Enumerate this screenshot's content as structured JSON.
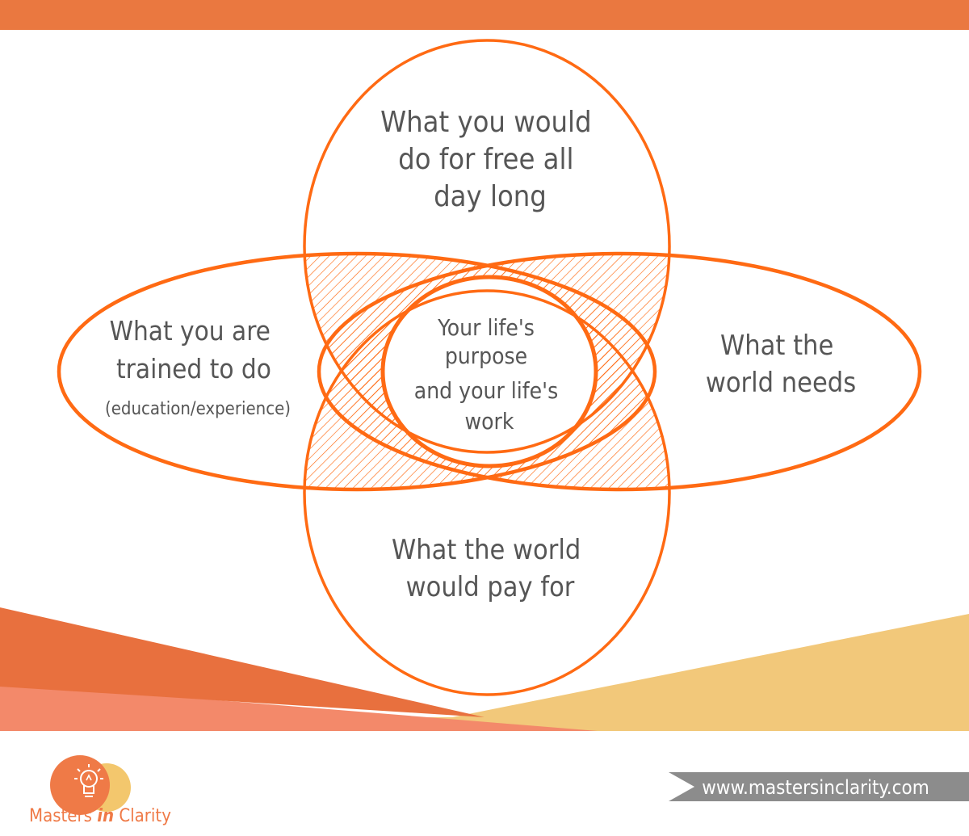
{
  "colors": {
    "accent": "#ff6a13",
    "top_bar": "#ea7840",
    "band_dark": "#e8703e",
    "band_light": "#f3896a",
    "band_yellow": "#f2c87a",
    "text": "#565656",
    "url_ribbon": "#8c8c8c",
    "logo_orange": "#ef7a47",
    "logo_yellow": "#f3c76d"
  },
  "diagram": {
    "top": {
      "lines": [
        "What you would",
        "do  for free all",
        "day long"
      ]
    },
    "left": {
      "lines": [
        "What you are",
        "trained to do"
      ],
      "note": "(education/experience)"
    },
    "right": {
      "lines": [
        "What the",
        "world needs"
      ]
    },
    "bottom": {
      "lines": [
        "What the world",
        "would pay for"
      ]
    },
    "center": {
      "lines": [
        "Your life's",
        "purpose",
        "and your life's",
        "work"
      ]
    }
  },
  "footer": {
    "url": "www.mastersinclarity.com",
    "brand": {
      "part1": "Masters ",
      "part2": "in",
      "part3": " Clarity"
    },
    "logo_icon": "lightbulb-icon"
  }
}
